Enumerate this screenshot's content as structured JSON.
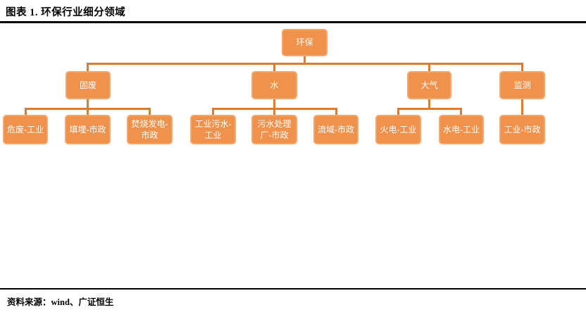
{
  "figure": {
    "title": "图表 1. 环保行业细分领域",
    "source": "资料来源：wind、广证恒生"
  },
  "colors": {
    "node_fill": "#F0914C",
    "node_border": "#F5A86E",
    "node_text": "#FFFFFF",
    "connector": "#DD7B30",
    "rule": "#000000"
  },
  "tree": {
    "root": {
      "label": "环保"
    },
    "branches": [
      {
        "label": "固废",
        "children": [
          "危废-工业",
          "填埋-市政",
          "焚烧发电-市政"
        ]
      },
      {
        "label": "水",
        "children": [
          "工业污水-工业",
          "污水处理厂-市政",
          "流域-市政"
        ]
      },
      {
        "label": "大气",
        "children": [
          "火电-工业",
          "水电-工业"
        ]
      },
      {
        "label": "监测",
        "children": [
          "工业-市政"
        ]
      }
    ]
  }
}
